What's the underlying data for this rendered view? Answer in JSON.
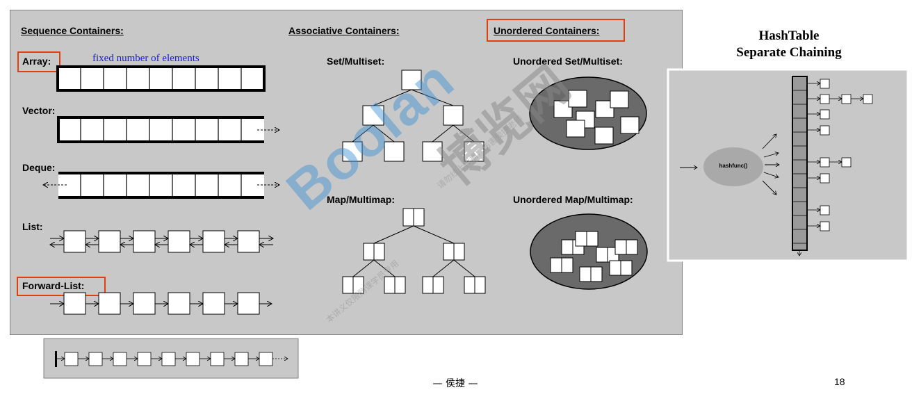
{
  "headers": {
    "sequence": "Sequence Containers:",
    "associative": "Associative Containers:",
    "unordered": "Unordered Containers:"
  },
  "sequence": {
    "array_label": "Array:",
    "array_note": "fixed number of elements",
    "vector_label": "Vector:",
    "deque_label": "Deque:",
    "list_label": "List:",
    "forward_list_label": "Forward-List:"
  },
  "associative": {
    "set_label": "Set/Multiset:",
    "map_label": "Map/Multimap:"
  },
  "unordered": {
    "set_label": "Unordered Set/Multiset:",
    "map_label": "Unordered Map/Multimap:"
  },
  "hashtable": {
    "title_line1": "HashTable",
    "title_line2": "Separate Chaining",
    "func_label": "hashfunc()"
  },
  "watermark": {
    "brand": "Boolan",
    "cn_big": "博览网",
    "cn_small1": "本讲义仅限购课学员专用",
    "cn_small2": "请勿线上传播，伤害侯捷老师"
  },
  "footer": {
    "author": "— 侯捷 —",
    "page_number": "18"
  },
  "colors": {
    "panel": "#c8c8c8",
    "highlight": "#e04010",
    "note_blue": "#1a1adb",
    "watermark": "#3c8fd6"
  }
}
